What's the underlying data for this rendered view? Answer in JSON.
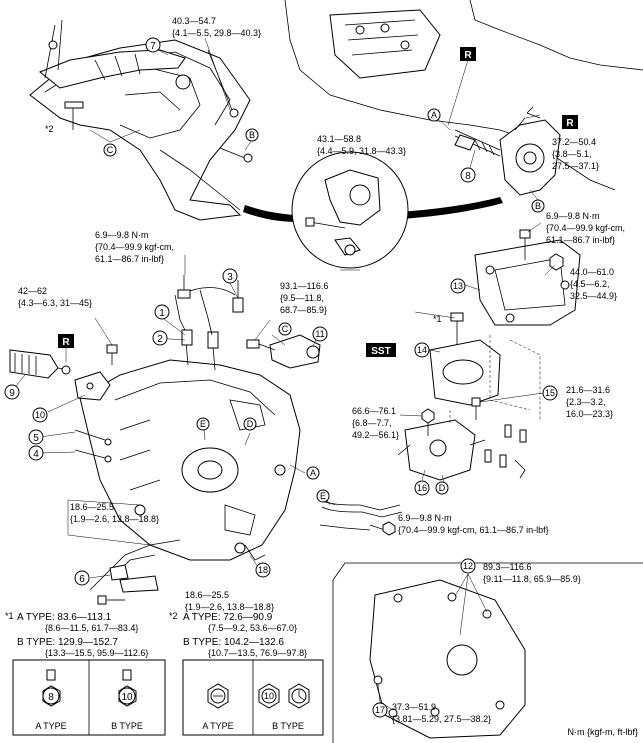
{
  "callouts": [
    "1",
    "2",
    "3",
    "4",
    "5",
    "6",
    "7",
    "8",
    "9",
    "10",
    "11",
    "12",
    "13",
    "14",
    "15",
    "16",
    "17",
    "18"
  ],
  "letters": {
    "A": "A",
    "B": "B",
    "C": "C",
    "D": "D",
    "E": "E"
  },
  "marks": {
    "R": "R",
    "SST": "SST",
    "star1": "*1",
    "star2": "*2"
  },
  "torques": {
    "t_40_54": [
      "40.3—54.7",
      "{4.1—5.5, 29.8—40.3}"
    ],
    "t_43_58": [
      "43.1—58.8",
      "{4.4—5.9, 31.8—43.3}"
    ],
    "t_37_50": [
      "37.2—50.4",
      "{3.8—5.1,",
      "27.5—37.1}"
    ],
    "t_69_top": [
      "6.9—9.8 N·m",
      "{70.4—99.9 kgf-cm,",
      "61.1—86.7 in-lbf}"
    ],
    "t_69_left": [
      "6.9—9.8 N·m",
      "{70.4—99.9 kgf-cm,",
      "61.1—86.7 in-lbf}"
    ],
    "t_42_62": [
      "42—62",
      "{4.3—6.3,  31—45}"
    ],
    "t_93_116": [
      "93.1—116.6",
      "{9.5—11.8,",
      "68.7—85.9}"
    ],
    "t_44_61": [
      "44.0—61.0",
      "{4.5—6.2,",
      "32.5—44.9}"
    ],
    "t_21_31": [
      "21.6—31.6",
      "{2.3—3.2,",
      "16.0—23.3}"
    ],
    "t_66_76": [
      "66.6—76.1",
      "{6.8—7.7,",
      "49.2—56.1}"
    ],
    "t_18_25a": [
      "18.6—25.5",
      "{1.9—2.6, 13.8—18.8}"
    ],
    "t_18_25b": [
      "18.6—25.5",
      "{1.9—2.6, 13.8—18.8}"
    ],
    "t_69_bottom": [
      "6.9—9.8 N·m",
      "{70.4—99.9 kgf-cm, 61.1—86.7 in-lbf}"
    ],
    "t_89_116": [
      "89.3—116.6",
      "{9.11—11.8, 65.9—85.9}"
    ],
    "t_37_51": [
      "37.3—51.9",
      "{3.81—5.29, 27.5—38.2}"
    ]
  },
  "legend1": {
    "a_label": "A TYPE: 83.6—113.1",
    "a_value": "{8.6—11.5, 61.7—83.4}",
    "b_label": "B TYPE: 129.9—152.7",
    "b_value": "{13.3—15.5, 95.9—112.6}",
    "bolt_a": "8",
    "bolt_b": "10",
    "cap_a": "A TYPE",
    "cap_b": "B TYPE"
  },
  "legend2": {
    "a_label": "A TYPE: 72.6—90.9",
    "a_value": "{7.5—9.2, 53.6—67.0}",
    "b_label": "B TYPE: 104.2—132.6",
    "b_value": "{10.7—13.5, 76.9—97.8}",
    "bolt_b": "10",
    "cap_a": "A TYPE",
    "cap_b": "B TYPE"
  },
  "units": "N·m {kgf-m, ft-lbf}"
}
